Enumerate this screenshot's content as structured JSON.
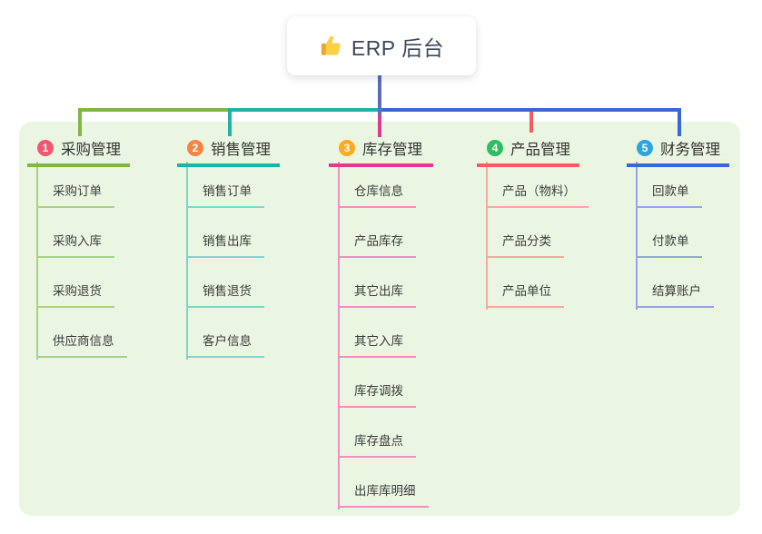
{
  "root_node": {
    "icon": "thumbs-up-icon",
    "title": "ERP 后台"
  },
  "colors": {
    "panel_background": "#eaf6e2",
    "card_background": "#ffffff",
    "root_connector": "#5c6bc0",
    "root_text": "#3b4859",
    "header_text": "#333333",
    "leaf_text": "#3c3c3c"
  },
  "branches": [
    {
      "badge": "1",
      "title": "采购管理",
      "color": "#7db843",
      "light_color": "#a9d287",
      "badge_color": "#f1586f",
      "children": [
        "采购订单",
        "采购入库",
        "采购退货",
        "供应商信息"
      ]
    },
    {
      "badge": "2",
      "title": "销售管理",
      "color": "#1fb3a7",
      "light_color": "#82d5cc",
      "badge_color": "#f68441",
      "children": [
        "销售订单",
        "销售出库",
        "销售退货",
        "客户信息"
      ]
    },
    {
      "badge": "3",
      "title": "库存管理",
      "color": "#e03a8e",
      "light_color": "#ef8fc2",
      "badge_color": "#fbab1f",
      "children": [
        "仓库信息",
        "产品库存",
        "其它出库",
        "其它入库",
        "库存调拨",
        "库存盘点",
        "出库库明细"
      ]
    },
    {
      "badge": "4",
      "title": "产品管理",
      "color": "#f25e5e",
      "light_color": "#f8a9a2",
      "badge_color": "#2dbd62",
      "children": [
        "产品（物料）",
        "产品分类",
        "产品单位"
      ]
    },
    {
      "badge": "5",
      "title": "财务管理",
      "color": "#3a67d8",
      "light_color": "#93a7de",
      "badge_color": "#2ca6e0",
      "children": [
        "回款单",
        "付款单",
        "结算账户"
      ]
    }
  ]
}
